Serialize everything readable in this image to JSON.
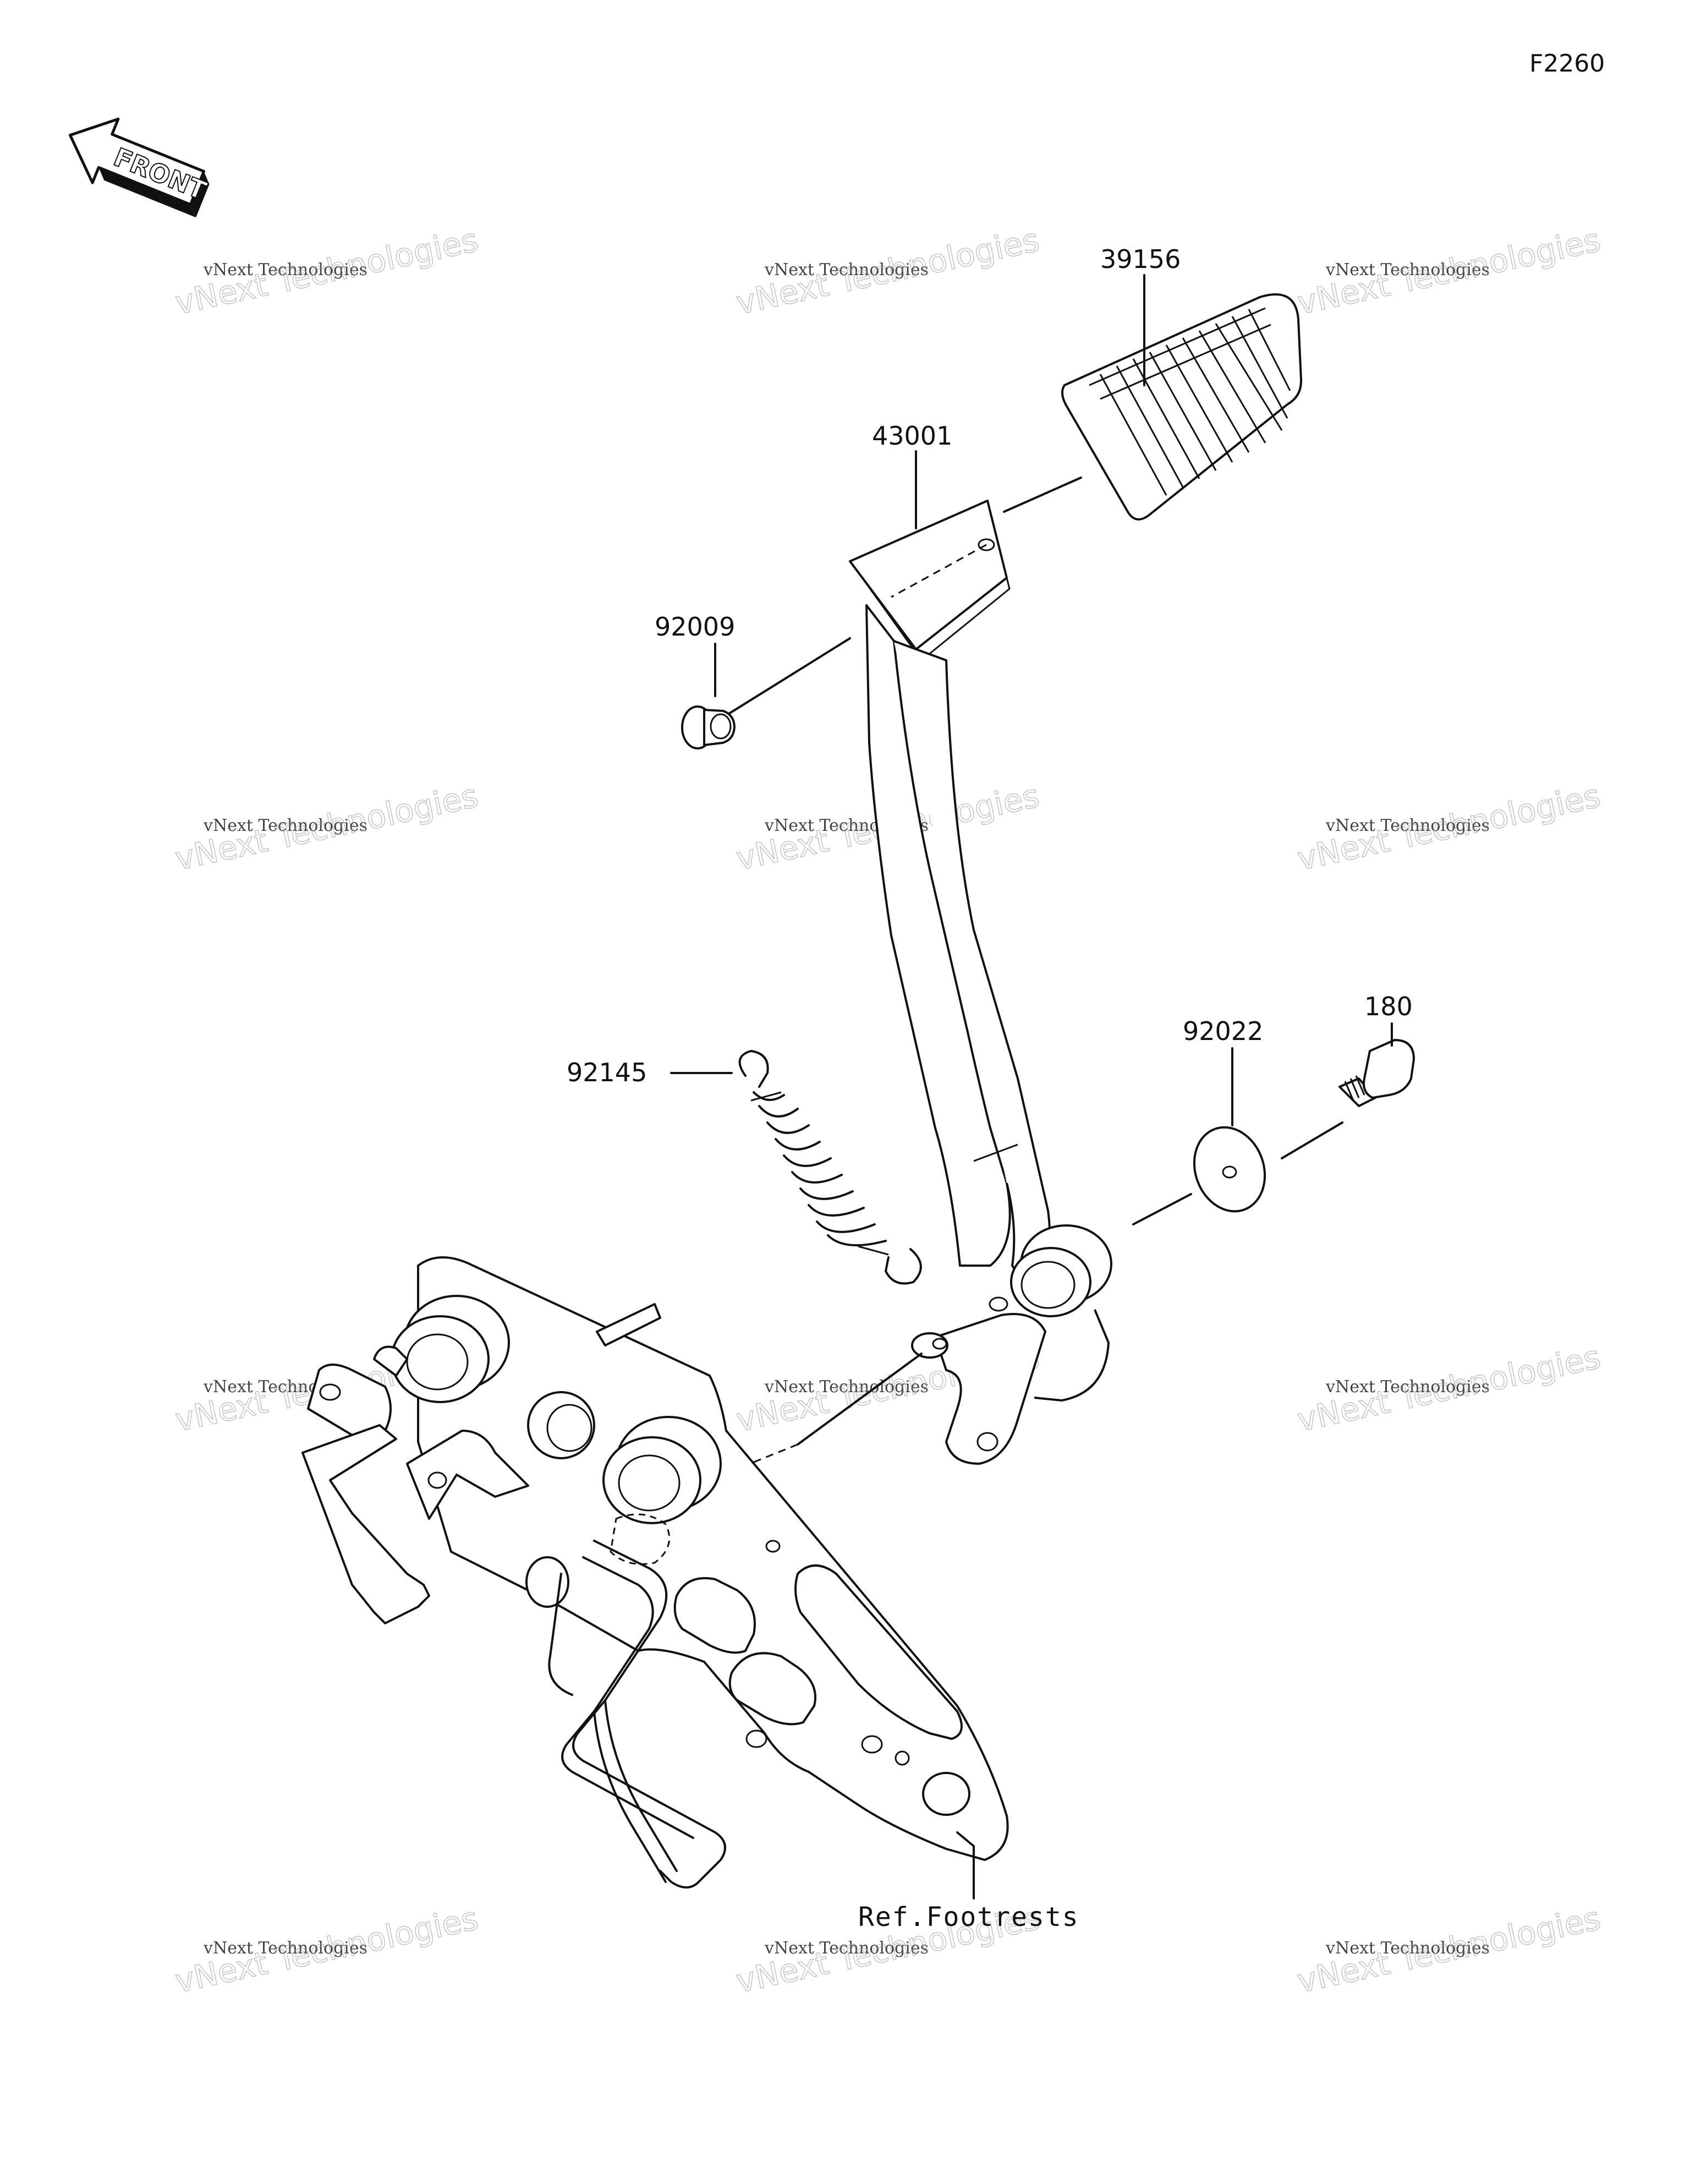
{
  "figure_code": "F2260",
  "front_label": "FRONT",
  "parts": {
    "p39156": "39156",
    "p43001": "43001",
    "p92009": "92009",
    "p92145": "92145",
    "p92022": "92022",
    "p180": "180"
  },
  "reference_note": "Ref.Footrests",
  "watermark": {
    "line1": "vNext Technologies",
    "line2": "vNext Technologies"
  }
}
